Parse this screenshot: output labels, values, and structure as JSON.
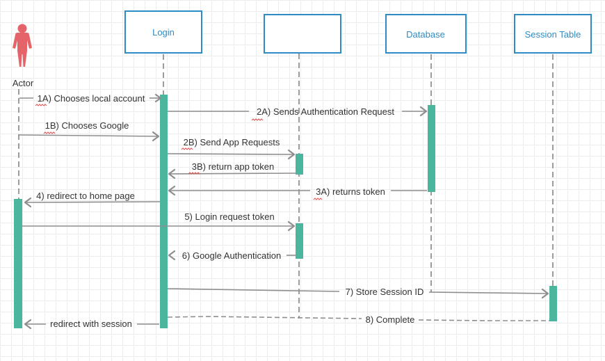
{
  "actor": {
    "label": "Actor",
    "icon": "person-icon",
    "color": "#e5646a"
  },
  "participants": [
    {
      "id": "login",
      "label": "Login"
    },
    {
      "id": "api",
      "label": ""
    },
    {
      "id": "database",
      "label": "Database"
    },
    {
      "id": "session",
      "label": "Session Table"
    }
  ],
  "messages": [
    {
      "id": "m1a",
      "label": "1A) Chooses local account"
    },
    {
      "id": "m2a",
      "label": "2A) Sends Authentication Request"
    },
    {
      "id": "m1b",
      "label": "1B) Chooses Google"
    },
    {
      "id": "m2b",
      "label": "2B) Send App Requests"
    },
    {
      "id": "m3b",
      "label": "3B) return app token"
    },
    {
      "id": "m3a",
      "label": "3A) returns token"
    },
    {
      "id": "m4",
      "label": "4) redirect to home page"
    },
    {
      "id": "m5",
      "label": "5) Login request token"
    },
    {
      "id": "m6",
      "label": "6) Google Authentication"
    },
    {
      "id": "m7",
      "label": "7) Store Session ID"
    },
    {
      "id": "m8",
      "label": "8) Complete"
    },
    {
      "id": "m9",
      "label": "redirect with session"
    }
  ],
  "colors": {
    "participant_border": "#2f8bc4",
    "activation": "#4cb59e",
    "arrow": "#8e8e8e",
    "lifeline": "#9c9c9c",
    "grid": "#ececec"
  }
}
